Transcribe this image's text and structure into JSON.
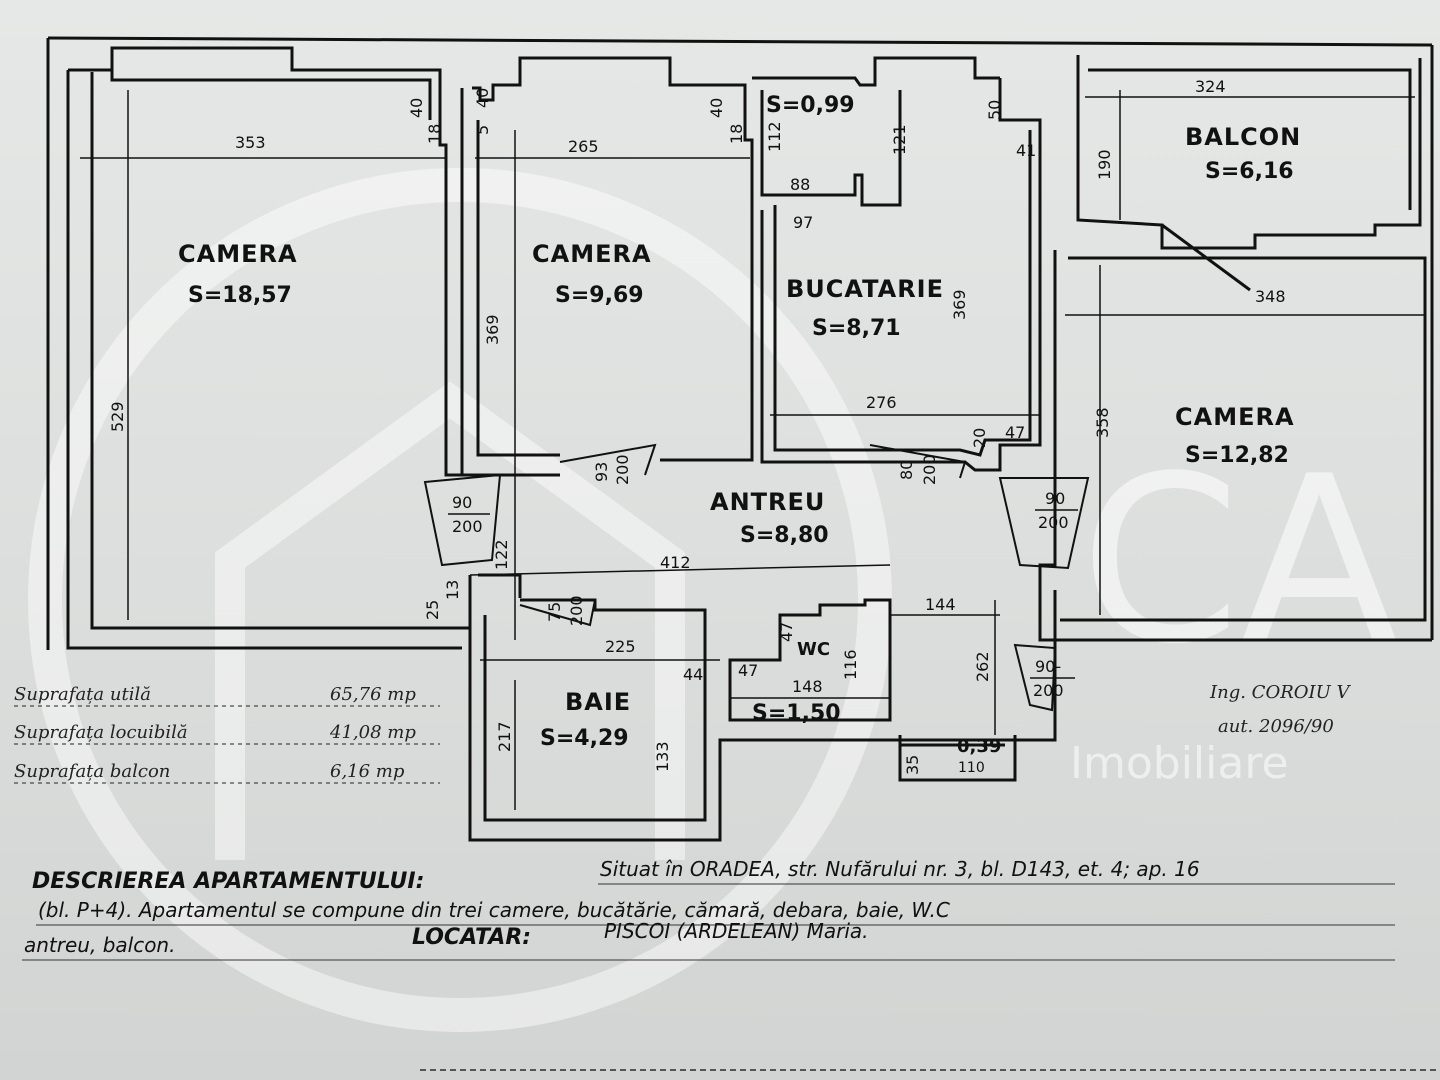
{
  "rooms": [
    {
      "name": "CAMERA",
      "area": "S=18,57"
    },
    {
      "name": "CAMERA",
      "area": "S=9,69"
    },
    {
      "name": "BUCATARIE",
      "area": "S=8,71"
    },
    {
      "name": "BALCON",
      "area": "S=6,16"
    },
    {
      "name": "CAMERA",
      "area": "S=12,82"
    },
    {
      "name": "ANTREU",
      "area": "S=8,80"
    },
    {
      "name": "BAIE",
      "area": "S=4,29"
    },
    {
      "name": "WC",
      "area": "S=1,50"
    }
  ],
  "small_spaces": {
    "pantry": "S=0,99",
    "closet": "0,39"
  },
  "dimensions": {
    "d353": "353",
    "d265": "265",
    "d324": "324",
    "d348": "348",
    "d276": "276",
    "d412": "412",
    "d225": "225",
    "d144": "144",
    "d148": "148",
    "d529": "529",
    "d369a": "369",
    "d369b": "369",
    "d358": "358",
    "d262": "262",
    "d217": "217",
    "d133": "133",
    "d190": "190",
    "d122": "122",
    "d116": "116",
    "d121": "121",
    "d112": "112",
    "d97": "97",
    "d88": "88",
    "d110": "110",
    "d40a": "40",
    "d40b": "40",
    "d40c": "40",
    "d18a": "18",
    "d18b": "18",
    "d5": "5",
    "d50": "50",
    "d41": "41",
    "d47a": "47",
    "d47b": "47",
    "d47c": "47",
    "d20": "20",
    "d44": "44",
    "d35": "35",
    "d25": "25",
    "d13": "13"
  },
  "doors": {
    "door1": "90",
    "door1b": "200",
    "door2": "90",
    "door2b": "200",
    "door3": "90-",
    "door3b": "200",
    "door4": "93",
    "door4b": "200",
    "door5": "80",
    "door5b": "200",
    "door6": "75",
    "door6b": "200"
  },
  "summary": [
    {
      "label": "Suprafața utilă",
      "value": "65,76 mp"
    },
    {
      "label": "Suprafața locuibilă",
      "value": "41,08 mp"
    },
    {
      "label": "Suprafața balcon",
      "value": "6,16 mp"
    }
  ],
  "engineer": {
    "line1": "Ing. COROIU V",
    "line2": "aut. 2096/90"
  },
  "description": {
    "heading": "DESCRIEREA APARTAMENTULUI:",
    "line1": "Situat în ORADEA, str. Nufărului nr. 3, bl. D143, et. 4; ap. 16",
    "line2": "(bl. P+4). Apartamentul se compune din trei camere, bucătărie, cămară, debara, baie, W.C",
    "line3_a": "antreu, balcon.",
    "tenant_label": "LOCATAR:",
    "tenant_name": "PISCOI (ARDELEAN) Maria."
  },
  "watermark": {
    "letters": "CA",
    "text": "Imobiliare"
  },
  "colors": {
    "paper": "#e2e4e3",
    "ink": "#111111",
    "watermark": "#ffffff"
  }
}
